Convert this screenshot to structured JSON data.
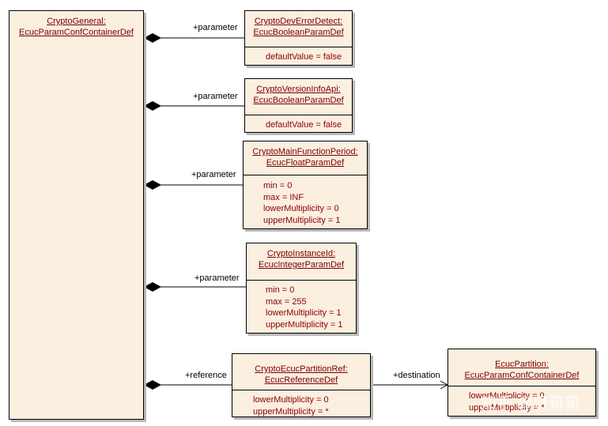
{
  "container": {
    "name": "CryptoGeneral:",
    "type": "EcucParamConfContainerDef"
  },
  "params": [
    {
      "name": "CryptoDevErrorDetect:",
      "type": "EcucBooleanParamDef",
      "attrs": [
        "defaultValue = false"
      ],
      "role": "+parameter"
    },
    {
      "name": "CryptoVersionInfoApi:",
      "type": "EcucBooleanParamDef",
      "attrs": [
        "defaultValue = false"
      ],
      "role": "+parameter"
    },
    {
      "name": "CryptoMainFunctionPeriod:",
      "type": "EcucFloatParamDef",
      "attrs": [
        "min = 0",
        "max = INF",
        "lowerMultiplicity = 0",
        "upperMultiplicity = 1"
      ],
      "role": "+parameter"
    },
    {
      "name": "CryptoInstanceId:",
      "type": "EcucIntegerParamDef",
      "attrs": [
        "min = 0",
        "max = 255",
        "lowerMultiplicity = 1",
        "upperMultiplicity = 1"
      ],
      "role": "+parameter"
    }
  ],
  "reference": {
    "name": "CryptoEcucPartitionRef:",
    "type": "EcucReferenceDef",
    "attrs": [
      "lowerMultiplicity = 0",
      "upperMultiplicity = *"
    ],
    "role": "+reference"
  },
  "destination": {
    "name": "EcucPartition:",
    "type": "EcucParamConfContainerDef",
    "attrs": [
      "lowerMultiplicity = 0",
      "upperMultiplicity = *"
    ],
    "role": "+destination"
  },
  "watermark": "知乎 @贤哥哥"
}
